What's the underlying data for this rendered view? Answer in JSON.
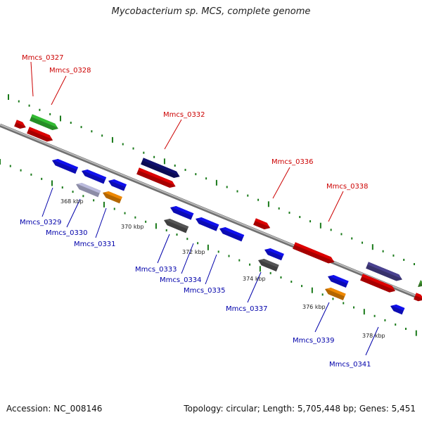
{
  "title": "Mycobacterium sp. MCS, complete genome",
  "footer": {
    "accession": "Accession: NC_008146",
    "summary": "Topology: circular; Length: 5,705,448 bp; Genes: 5,451"
  },
  "colors": {
    "forward_label": "#cc0000",
    "reverse_label": "#0000aa",
    "tick": "#1a7a1a",
    "backbone": "#8a8a8a"
  },
  "scale_labels": [
    "368 kbp",
    "370 kbp",
    "372 kbp",
    "374 kbp",
    "376 kbp",
    "378 kbp"
  ],
  "gene_labels": [
    {
      "name": "Mmcs_0327",
      "strand": "forward"
    },
    {
      "name": "Mmcs_0328",
      "strand": "forward"
    },
    {
      "name": "Mmcs_0332",
      "strand": "forward"
    },
    {
      "name": "Mmcs_0336",
      "strand": "forward"
    },
    {
      "name": "Mmcs_0338",
      "strand": "forward"
    },
    {
      "name": "Mmcs_0329",
      "strand": "reverse"
    },
    {
      "name": "Mmcs_0330",
      "strand": "reverse"
    },
    {
      "name": "Mmcs_0331",
      "strand": "reverse"
    },
    {
      "name": "Mmcs_0333",
      "strand": "reverse"
    },
    {
      "name": "Mmcs_0334",
      "strand": "reverse"
    },
    {
      "name": "Mmcs_0335",
      "strand": "reverse"
    },
    {
      "name": "Mmcs_0337",
      "strand": "reverse"
    },
    {
      "name": "Mmcs_0339",
      "strand": "reverse"
    },
    {
      "name": "Mmcs_0341",
      "strand": "reverse"
    }
  ]
}
